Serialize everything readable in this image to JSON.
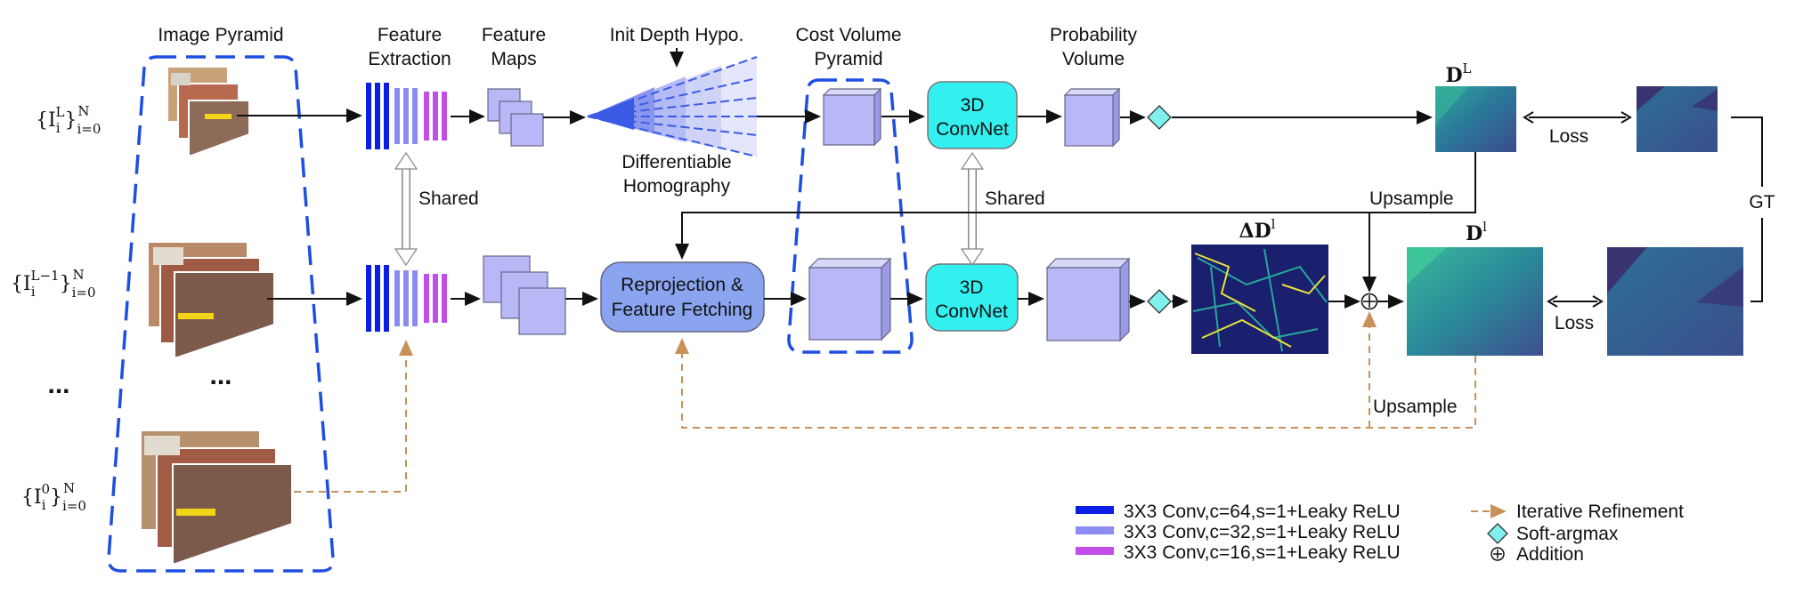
{
  "column_headers": {
    "image_pyramid": "Image Pyramid",
    "feature_extraction": [
      "Feature",
      "Extraction"
    ],
    "feature_maps": [
      "Feature",
      "Maps"
    ],
    "init_depth": "Init Depth Hypo.",
    "cost_volume_pyramid": [
      "Cost Volume",
      "Pyramid"
    ],
    "probability_volume": [
      "Probability",
      "Volume"
    ]
  },
  "row_labels": {
    "level_L": {
      "base": "{I",
      "sub": "i",
      "sup": "L",
      "tail": "}",
      "tail_sub": "i=0",
      "tail_sup": "N"
    },
    "level_L_minus_1": {
      "base": "{I",
      "sub": "i",
      "sup": "L−1",
      "tail": "}",
      "tail_sub": "i=0",
      "tail_sup": "N"
    },
    "ellipsis_left": "...",
    "ellipsis_pyramid": "...",
    "level_0": {
      "base": "{I",
      "sub": "i",
      "sup": "0",
      "tail": "}",
      "tail_sub": "i=0",
      "tail_sup": "N"
    }
  },
  "labels": {
    "shared_left": "Shared",
    "shared_mid": "Shared",
    "differentiable_homography": [
      "Differentiable",
      "Homography"
    ],
    "upsample_top": "Upsample",
    "upsample_bottom": "Upsample",
    "loss_top": "Loss",
    "loss_bottom": "Loss",
    "gt": "GT",
    "depth_L": {
      "base": "D",
      "sup": "L"
    },
    "depth_l": {
      "base": "D",
      "sup": "l"
    },
    "delta_depth": {
      "base": "ΔD",
      "sup": "l"
    }
  },
  "boxes": {
    "convnet_top": [
      "3D",
      "ConvNet"
    ],
    "convnet_bottom": [
      "3D",
      "ConvNet"
    ],
    "reprojection": [
      "Reprojection &",
      "Feature Fetching"
    ]
  },
  "legend": {
    "conv64": "3X3 Conv,c=64,s=1+Leaky ReLU",
    "conv32": "3X3 Conv,c=32,s=1+Leaky ReLU",
    "conv16": "3X3 Conv,c=16,s=1+Leaky ReLU",
    "iterative": "Iterative Refinement",
    "softargmax": "Soft-argmax",
    "addition": "Addition"
  },
  "colors": {
    "conv64": "#0a1ee6",
    "conv32": "#8a8cf2",
    "conv16": "#c24ee8",
    "pyramid_dash": "#1f4fe0",
    "cube": "#b8b8f6",
    "convnet": "#33f0f0",
    "reprojection": "#8aa4f0",
    "diamond": "#7ff0ee",
    "refine": "#c8915a"
  }
}
